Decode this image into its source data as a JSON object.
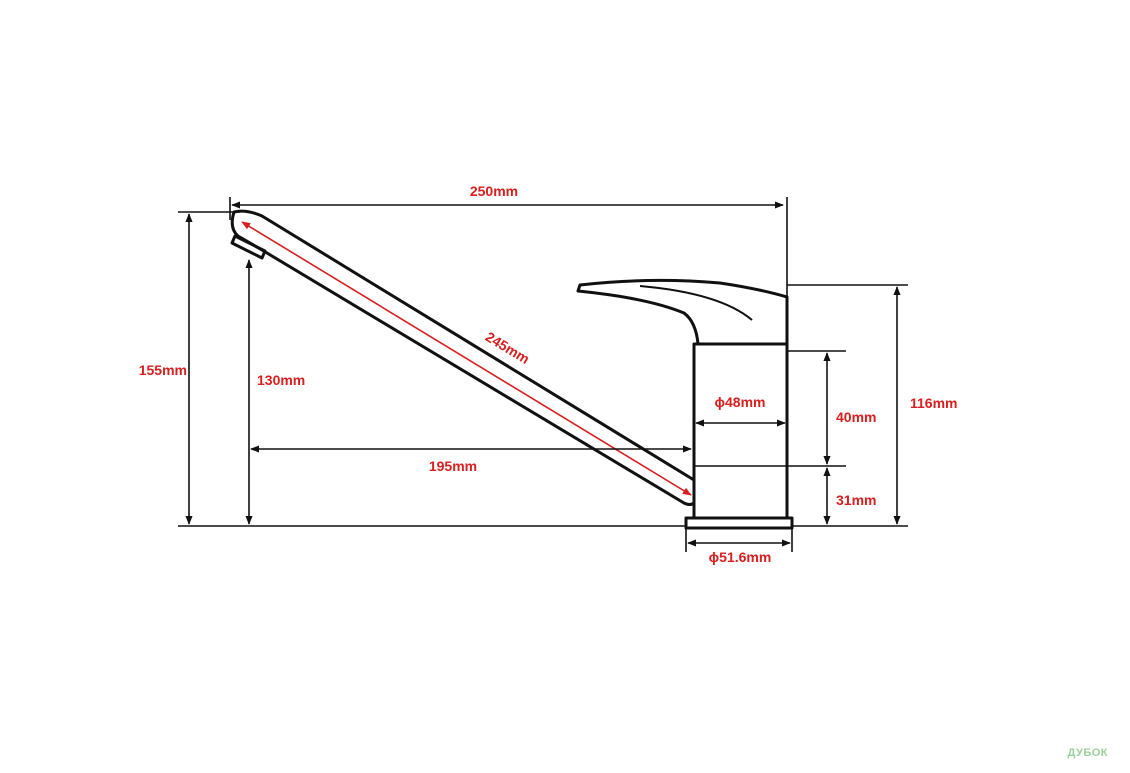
{
  "colors": {
    "outline": "#111111",
    "label": "#d81e1e",
    "watermark": "#9bd19b"
  },
  "dimensions": {
    "total_width": "250mm",
    "spout_length": "245mm",
    "total_height": "155mm",
    "spout_height": "130mm",
    "reach": "195mm",
    "body_diameter": "ϕ48mm",
    "base_diameter": "ϕ51.6mm",
    "body_upper_height": "40mm",
    "body_lower_height": "31mm",
    "body_total_height": "116mm"
  },
  "watermark": {
    "text": "ДУБОК"
  }
}
